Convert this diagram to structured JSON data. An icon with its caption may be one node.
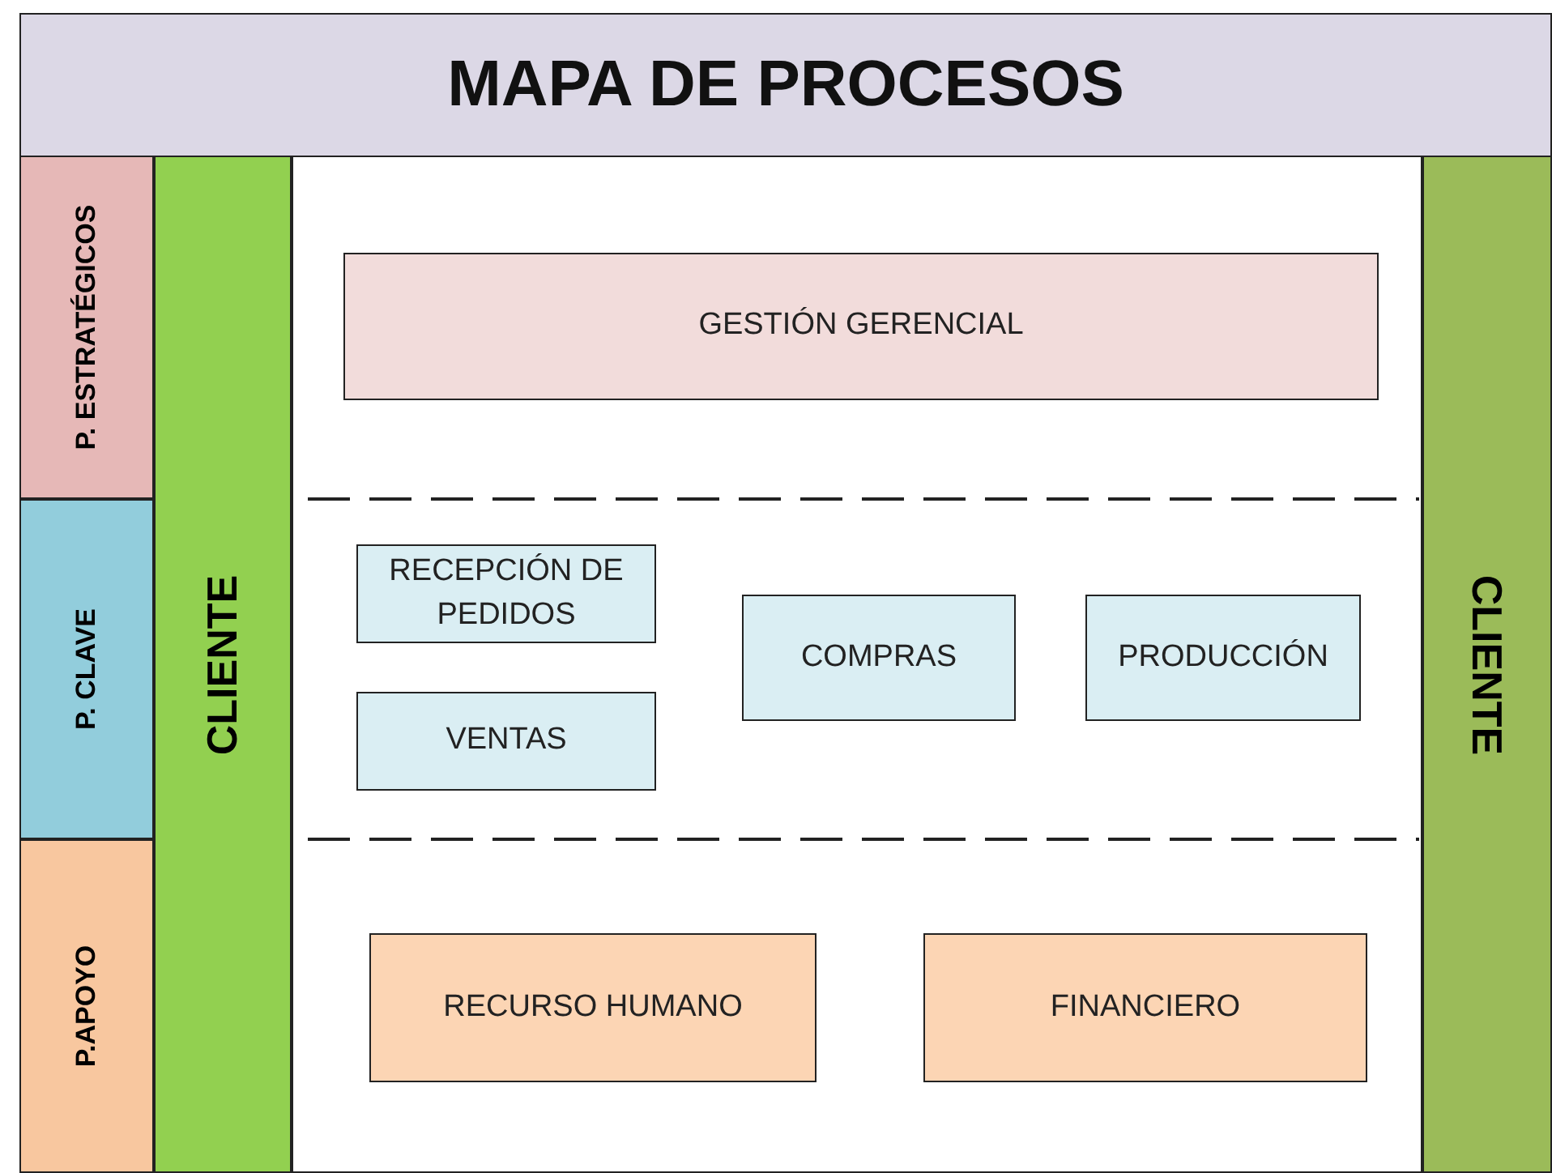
{
  "diagram": {
    "title": "MAPA DE PROCESOS",
    "nodes": [
      {
        "text": [
          "P. ESTRATÉGICOS"
        ]
      },
      {
        "text": [
          "P. CLAVE"
        ]
      },
      {
        "text": [
          "P.APOYO"
        ]
      },
      {
        "text": [
          "CLIENTE"
        ]
      },
      {
        "text": [
          "GESTIÓN GERENCIAL"
        ]
      },
      {
        "text": [
          "RECEPCIÓN DE PEDIDOS"
        ]
      },
      {
        "text": [
          "COMPRAS"
        ]
      },
      {
        "text": [
          "PRODUCCIÓN"
        ]
      },
      {
        "text": [
          "VENTAS"
        ]
      },
      {
        "text": [
          "RECURSO HUMANO"
        ]
      },
      {
        "text": [
          "FINANCIERO"
        ]
      },
      {
        "text": [
          "CLIENTE"
        ]
      }
    ],
    "edges": []
  }
}
